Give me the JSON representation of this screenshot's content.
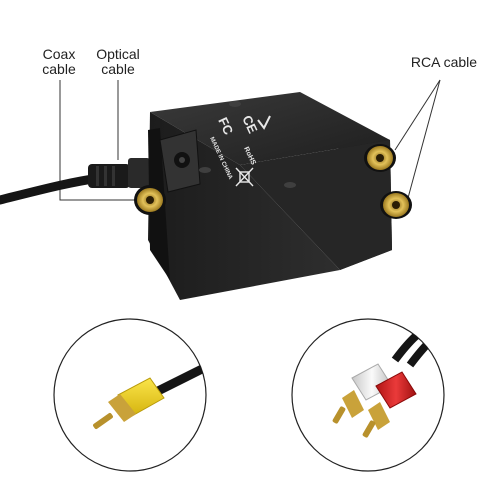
{
  "labels": {
    "coax": [
      "Coax",
      "cable"
    ],
    "optical": [
      "Optical",
      "cable"
    ],
    "rca": "RCA cable"
  },
  "device_marks": {
    "fc": "FC",
    "ce": "CE",
    "made_in": "MADE IN CHINA",
    "rohs": "RoHS"
  },
  "colors": {
    "device_body": "#2b2b2b",
    "connector_gold": "#c9a23a",
    "plug_yellow": "#f2d21b",
    "plug_white": "#ececec",
    "plug_red": "#d21f1f",
    "cable_black": "#151515"
  }
}
